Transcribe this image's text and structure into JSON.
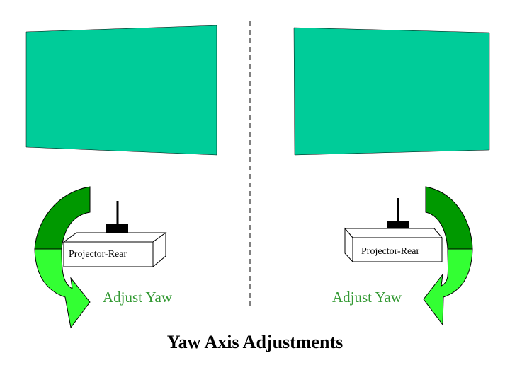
{
  "diagram": {
    "title": "Yaw Axis Adjustments",
    "colors": {
      "screen_fill": "#00CC99",
      "arrow_dark": "#009900",
      "arrow_light": "#33FF33",
      "adjust_text": "#339933",
      "outline": "#000000",
      "projector_fill": "#ffffff",
      "lens_fill": "#000000"
    },
    "left": {
      "projector_label": "Projector-Rear",
      "adjust_label": "Adjust Yaw"
    },
    "right": {
      "projector_label": "Projector-Rear",
      "adjust_label": "Adjust Yaw"
    }
  }
}
